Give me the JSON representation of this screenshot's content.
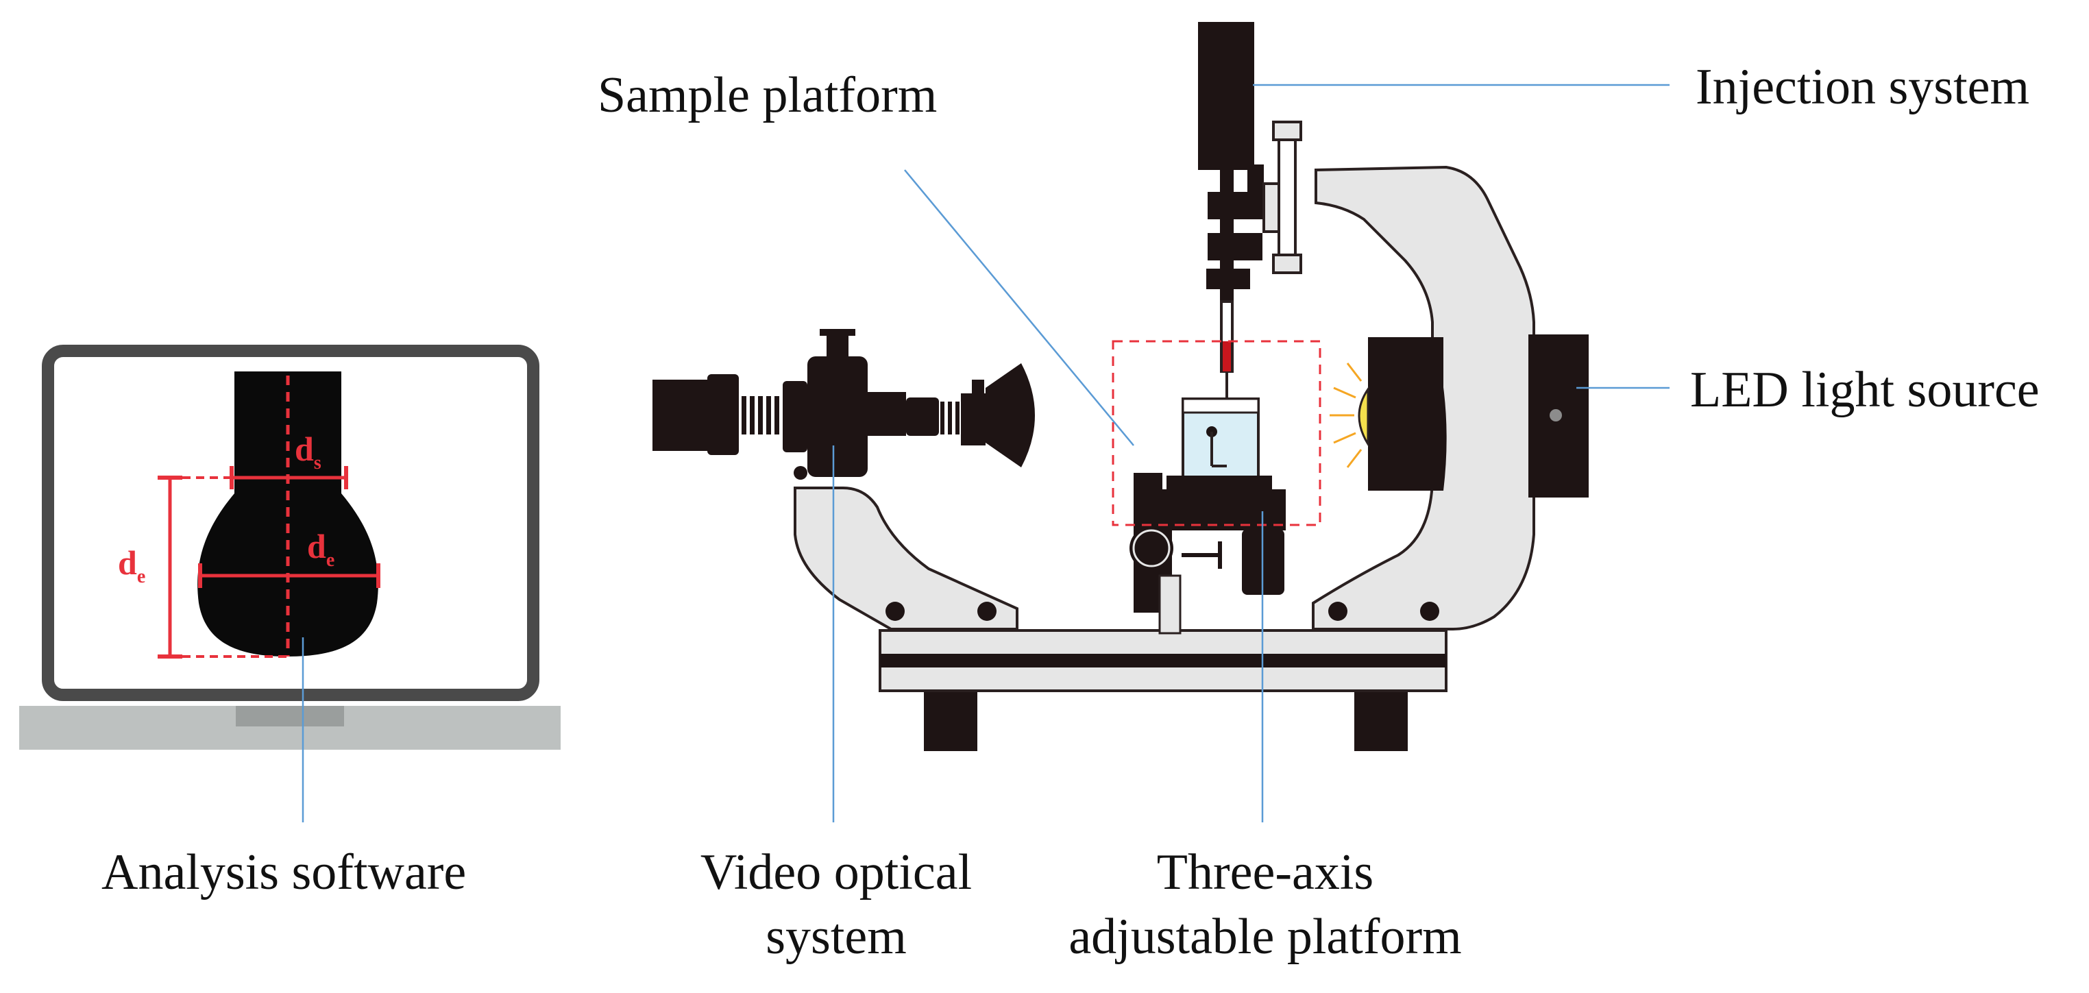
{
  "labels": {
    "sample_platform": "Sample platform",
    "injection_system": "Injection system",
    "led_light_source": "LED light source",
    "analysis_software": "Analysis software",
    "video_optical_line1": "Video optical",
    "video_optical_line2": "system",
    "three_axis_line1": "Three-axis",
    "three_axis_line2": "adjustable platform"
  },
  "annotations": {
    "ds_main": "d",
    "ds_sub": "s",
    "de_inner_main": "d",
    "de_inner_sub": "e",
    "de_outer_main": "d",
    "de_outer_sub": "e"
  },
  "colors": {
    "device_dark": "#1e1414",
    "device_light": "#e6e6e6",
    "outline": "#2a2020",
    "leader_line": "#5b9bd5",
    "measure_red": "#e8323c",
    "monitor_frame": "#4a4a4a",
    "monitor_stand": "#bdc1c0",
    "liquid": "#d9eef6",
    "led_glow": "#f5a623",
    "led_lens": "#f4e04d"
  }
}
